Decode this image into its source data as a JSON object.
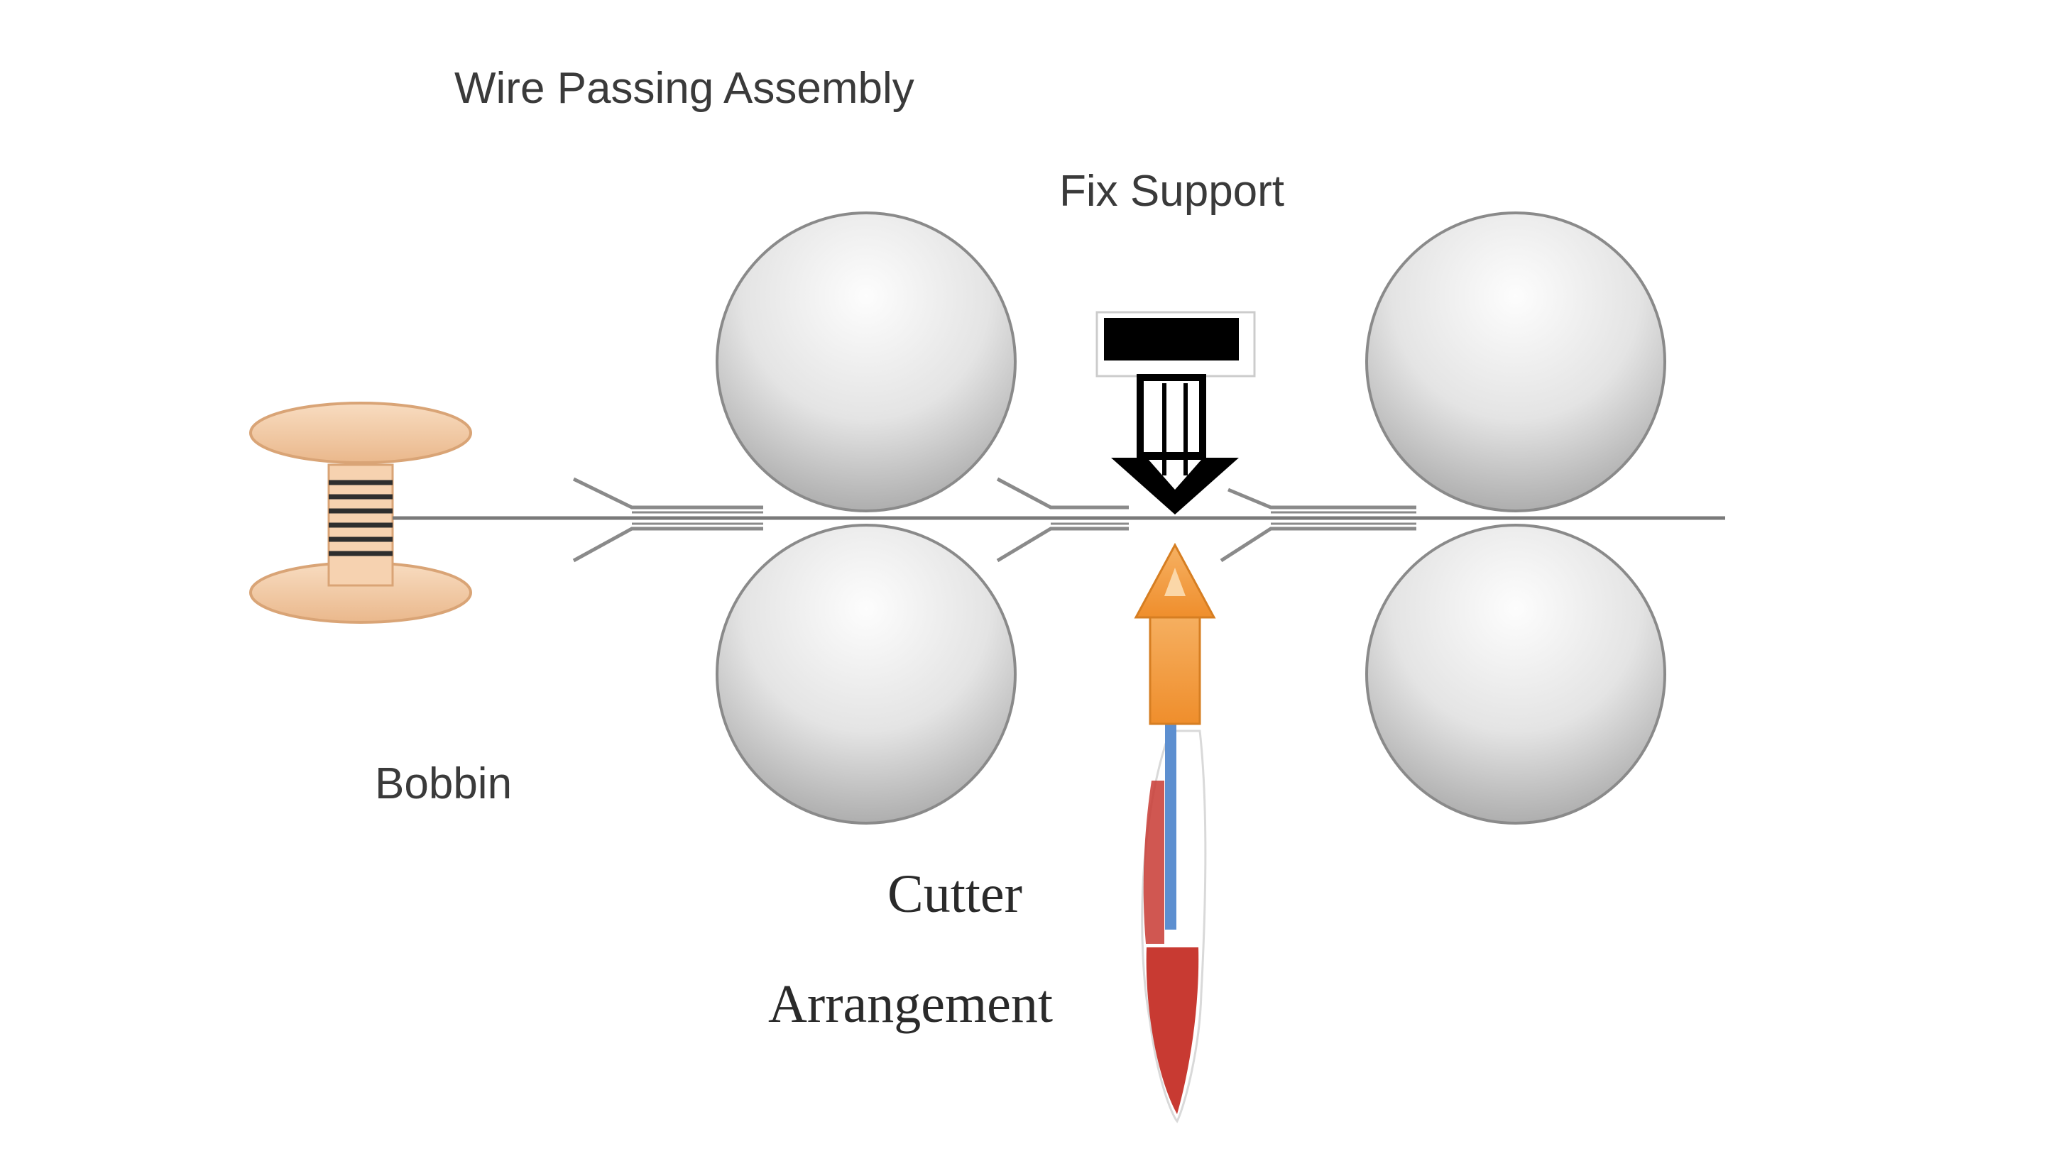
{
  "labels": {
    "wire_passing_assembly": "Wire Passing Assembly",
    "fix_support": "Fix Support",
    "bobbin": "Bobbin",
    "cutter": "Cutter",
    "arrangement": "Arrangement"
  },
  "colors": {
    "background": "#ffffff",
    "roller_light": "#fbfbfb",
    "roller_dark": "#b0b0b0",
    "roller_stroke": "#8a8a8a",
    "wire": "#7a7a7a",
    "bobbin": "#f3c9a2",
    "bobbin_stroke": "#d9a476",
    "fix_support_bar": "#000000",
    "cutter_arrow": "#f29a3a",
    "cutter_blade_red": "#c83a32",
    "cutter_blade_blue": "#5d8fd0"
  },
  "icons": {
    "bobbin": "spool-icon",
    "fix_support": "down-arrow-icon",
    "cutter": "up-arrow-blade-icon"
  }
}
